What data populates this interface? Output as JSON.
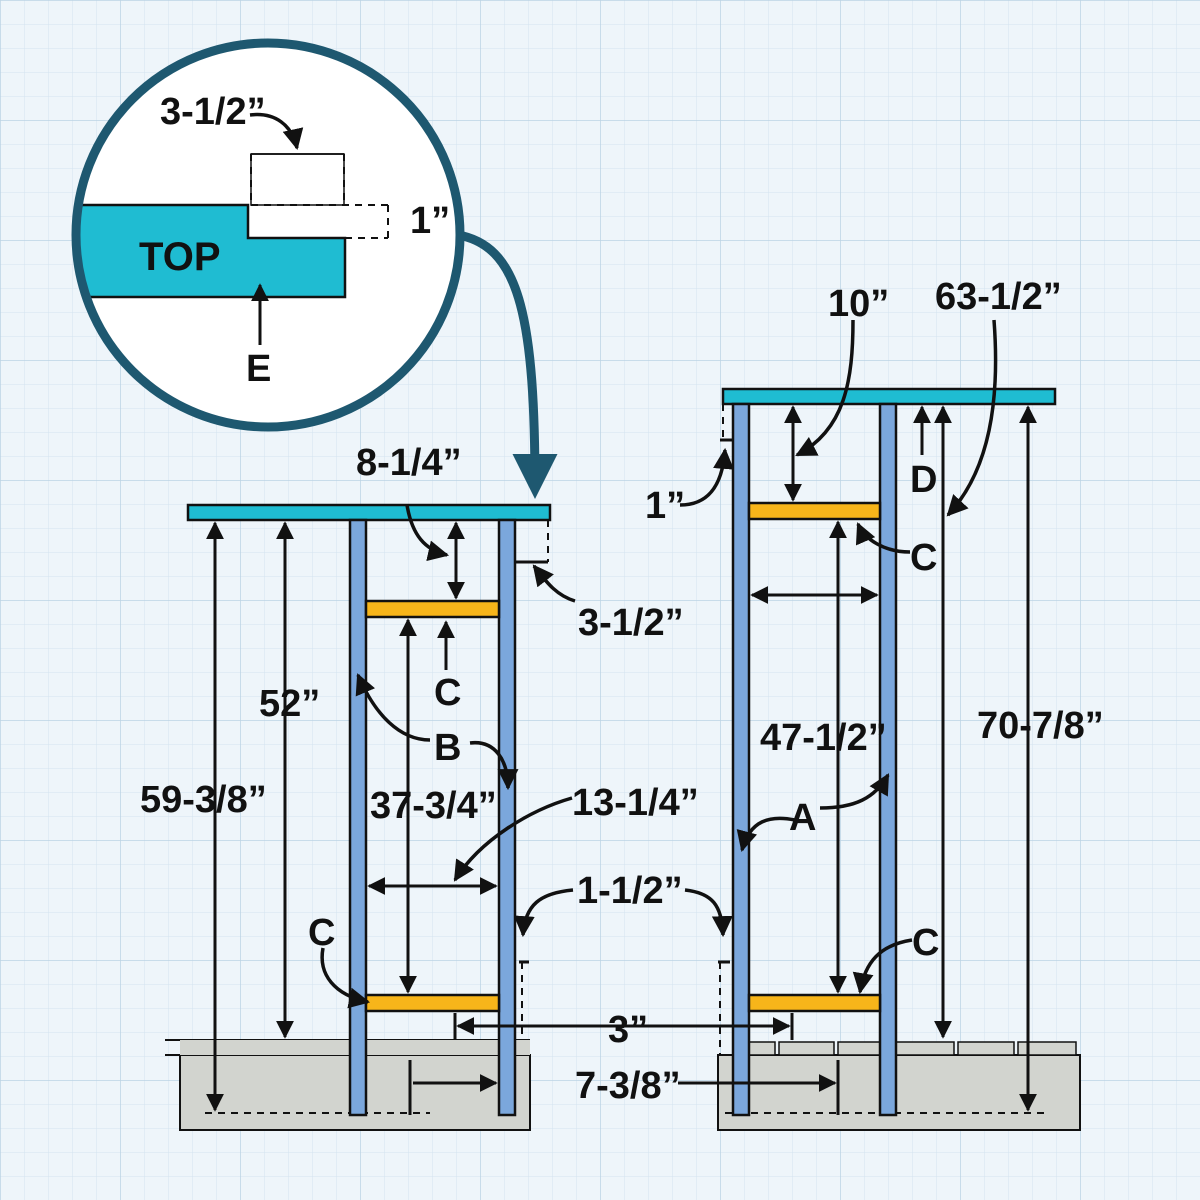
{
  "detail": {
    "top_label": "TOP",
    "notch_width": "3-1/2”",
    "notch_depth": "1”",
    "part_e": "E"
  },
  "left_frame": {
    "top_to_brace": "8-1/4”",
    "overhang": "3-1/2”",
    "brace_top": "C",
    "leg_label": "B",
    "overall_height": "59-3/8”",
    "top_height": "52”",
    "brace_span": "37-3/4”",
    "inner_width": "13-1/4”",
    "brace_bottom": "C"
  },
  "right_frame": {
    "top_to_brace": "10”",
    "top_height": "63-1/2”",
    "notch": "1”",
    "part_d": "D",
    "brace_top": "C",
    "brace_span": "47-1/2”",
    "overall_height": "70-7/8”",
    "leg_label": "A",
    "brace_bottom": "C"
  },
  "shared": {
    "offset": "1-1/2”",
    "gap": "3”",
    "leg_spacing": "7-3/8”"
  },
  "colors": {
    "top": "#1fbcd2",
    "leg": "#7ba7dc",
    "brace": "#f7b51a",
    "ground": "#d2d4cf",
    "detail_ring": "#1e5870",
    "grid": "#c9dcea"
  }
}
